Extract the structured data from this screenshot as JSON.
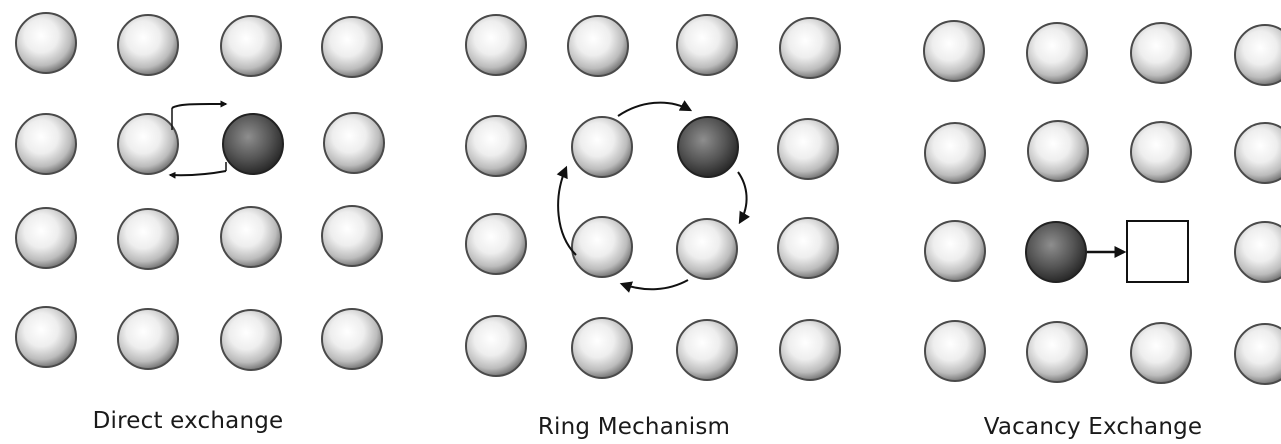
{
  "panels": [
    {
      "id": "direct",
      "caption": "Direct exchange"
    },
    {
      "id": "ring",
      "caption": "Ring Mechanism"
    },
    {
      "id": "vacancy",
      "caption": "Vacancy Exchange"
    }
  ],
  "colors": {
    "atom_light": "#ffffff",
    "atom_mid": "#c4c4c4",
    "atom_edge": "#4a4a4a",
    "solute_light": "#8a8a8a",
    "solute_dark": "#2e2e2e",
    "arrow": "#111111",
    "vacancy_fill": "#ffffff",
    "vacancy_stroke": "#111111",
    "caption": "#1a1a1a"
  },
  "icons": {
    "host_atom": "grey-sphere",
    "solute_atom": "dark-sphere",
    "vacancy": "empty-square",
    "arrow": "arrowhead"
  }
}
